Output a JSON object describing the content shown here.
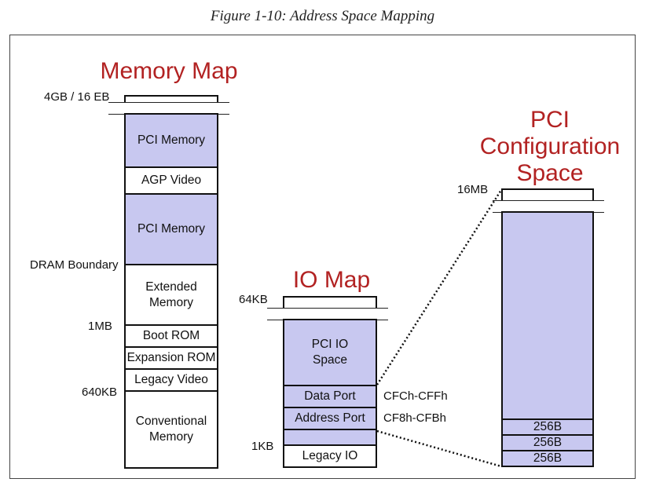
{
  "caption": "Figure 1-10: Address Space Mapping",
  "memory_map": {
    "title": "Memory Map",
    "regions": [
      "PCI Memory",
      "AGP Video",
      "PCI Memory",
      "Extended Memory",
      "Boot ROM",
      "Expansion ROM",
      "Legacy Video",
      "Conventional Memory"
    ],
    "labels": [
      "4GB / 16 EB",
      "DRAM Boundary",
      "1MB",
      "640KB"
    ]
  },
  "io_map": {
    "title": "IO Map",
    "regions": [
      "PCI IO Space",
      "Data Port",
      "Address Port",
      "Legacy IO"
    ],
    "labels": [
      "64KB",
      "1KB"
    ],
    "port_addresses": [
      "CFCh-CFFh",
      "CF8h-CFBh"
    ]
  },
  "pci_config": {
    "title": "PCI Configuration Space",
    "top_label": "16MB",
    "blocks": [
      "256B",
      "256B",
      "256B"
    ]
  },
  "colors": {
    "region_fill": "#c8c8f0",
    "title": "#b22222"
  }
}
